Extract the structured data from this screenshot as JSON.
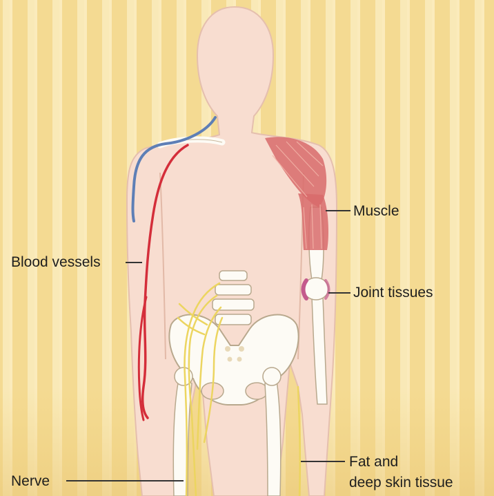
{
  "labels": {
    "muscle": "Muscle",
    "blood_vessels": "Blood vessels",
    "joint_tissues": "Joint tissues",
    "fat_line1": "Fat and",
    "fat_line2": "deep skin tissue",
    "nerve": "Nerve"
  },
  "colors": {
    "background": "#f5dd97",
    "stripe": "#fbecbc",
    "body": "#f8ddd0",
    "body_outline": "#e7c2b0",
    "bone": "#fdfbf5",
    "bone_outline": "#c9b79c",
    "artery": "#d42e3a",
    "vein": "#5e7fb6",
    "nerve": "#ecd560",
    "muscle": "#d86b6b",
    "joint": "#c45a8d",
    "leader_line": "#333333"
  }
}
